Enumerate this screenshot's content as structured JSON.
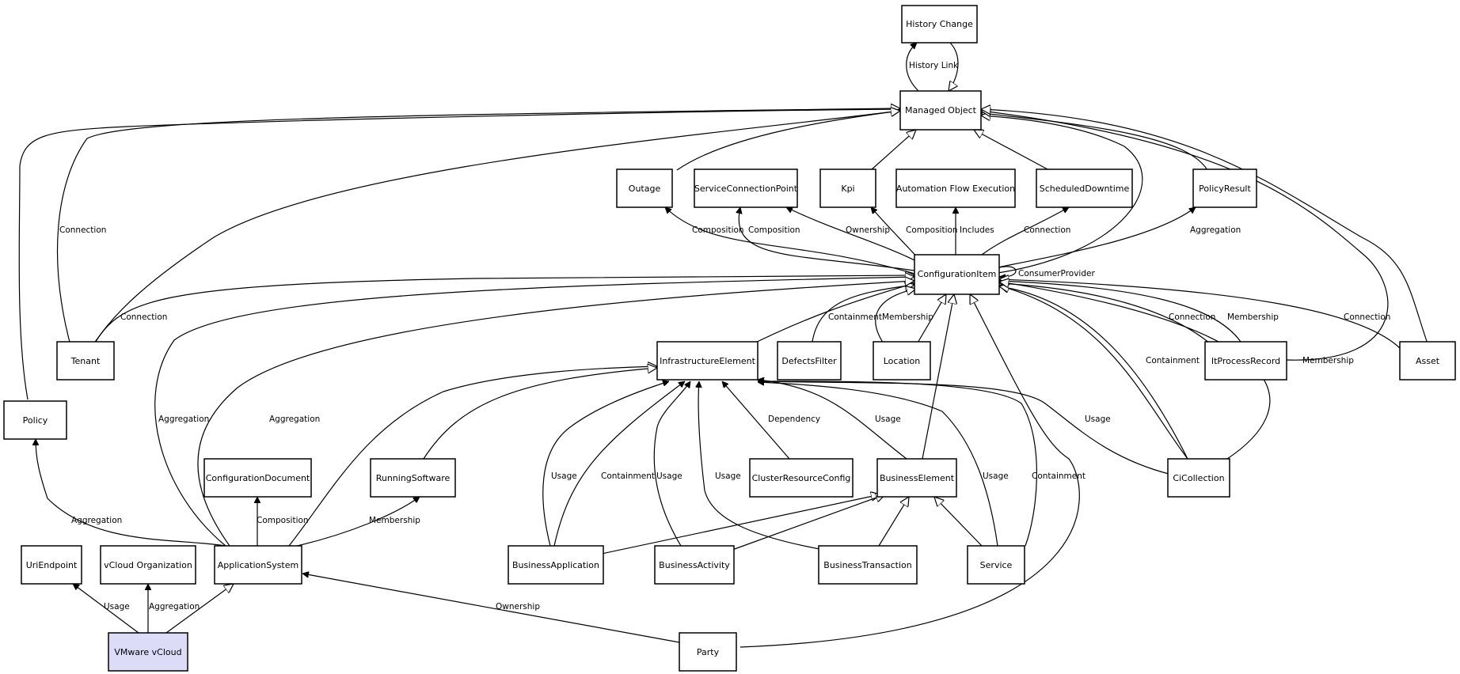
{
  "nodes": {
    "history_change": "History Change",
    "managed_object": "Managed Object",
    "outage": "Outage",
    "service_connection_point": "ServiceConnectionPoint",
    "kpi": "Kpi",
    "automation_flow_execution": "Automation Flow Execution",
    "scheduled_downtime": "ScheduledDowntime",
    "policy_result": "PolicyResult",
    "configuration_item": "ConfigurationItem",
    "tenant": "Tenant",
    "policy": "Policy",
    "infrastructure_element": "InfrastructureElement",
    "defects_filter": "DefectsFilter",
    "location": "Location",
    "it_process_record": "ItProcessRecord",
    "asset": "Asset",
    "configuration_document": "ConfigurationDocument",
    "running_software": "RunningSoftware",
    "cluster_resource_config": "ClusterResourceConfig",
    "business_element": "BusinessElement",
    "ci_collection": "CiCollection",
    "uri_endpoint": "UriEndpoint",
    "vcloud_organization": "vCloud Organization",
    "application_system": "ApplicationSystem",
    "business_application": "BusinessApplication",
    "business_activity": "BusinessActivity",
    "business_transaction": "BusinessTransaction",
    "service": "Service",
    "vmware_vcloud": "VMware vCloud",
    "party": "Party"
  },
  "edge_labels": {
    "history_link": "History Link",
    "tenant_connection_mo": "Connection",
    "tenant_connection_ci": "Connection",
    "outage_composition": "Composition",
    "scp_composition": "Composition",
    "kpi_ownership": "Ownership",
    "kpi_composition": "Composition",
    "afe_includes": "Includes",
    "sd_connection": "Connection",
    "pr_aggregation": "Aggregation",
    "consumer_provider": "ConsumerProvider",
    "df_containment": "Containment",
    "loc_membership": "Membership",
    "itpr_connection": "Connection",
    "itpr_membership": "Membership",
    "asset_connection": "Connection",
    "cic_containment": "Containment",
    "cic_membership": "Membership",
    "as_aggregation_1": "Aggregation",
    "as_aggregation_2": "Aggregation",
    "as_policy_aggregation": "Aggregation",
    "as_composition": "Composition",
    "as_membership": "Membership",
    "crc_dependency": "Dependency",
    "be_usage": "Usage",
    "cic_usage": "Usage",
    "ba_usage": "Usage",
    "ba_containment": "Containment",
    "bact_usage": "Usage",
    "bt_usage": "Usage",
    "svc_usage": "Usage",
    "svc_containment": "Containment",
    "vc_usage": "Usage",
    "vc_aggregation": "Aggregation",
    "party_ownership": "Ownership"
  },
  "colors": {
    "highlight_fill": "#dcdcf8",
    "stroke": "#000000"
  }
}
